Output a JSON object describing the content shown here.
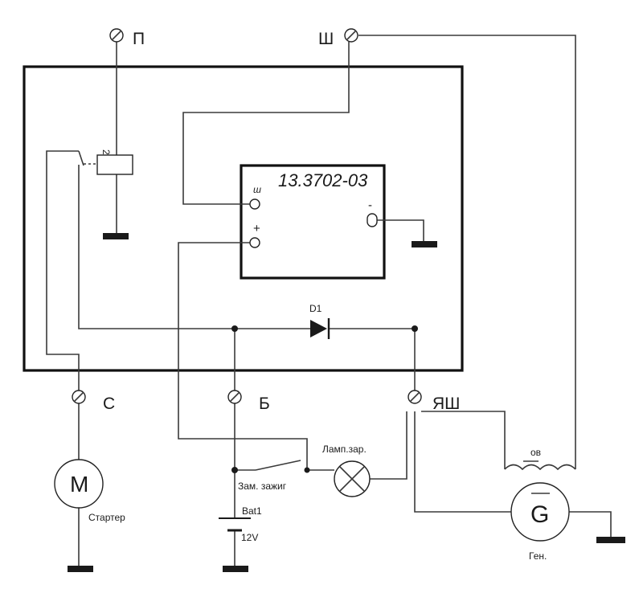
{
  "terminals": {
    "p": "П",
    "sh": "Ш",
    "s": "С",
    "b": "Б",
    "yash": "ЯШ"
  },
  "regulator": {
    "model": "13.3702-03",
    "pin_sh": "ш",
    "pin_plus": "+",
    "pin_minus": "-"
  },
  "relay_label": "2",
  "diode_label": "D1",
  "starter": {
    "symbol": "M",
    "label": "Стартер"
  },
  "battery": {
    "name": "Bat1",
    "voltage": "12V"
  },
  "ignition_switch": "Зам. зажиг",
  "charge_lamp": "Ламп.зар.",
  "field_winding": "ов",
  "generator": {
    "symbol": "G",
    "label": "Ген."
  }
}
